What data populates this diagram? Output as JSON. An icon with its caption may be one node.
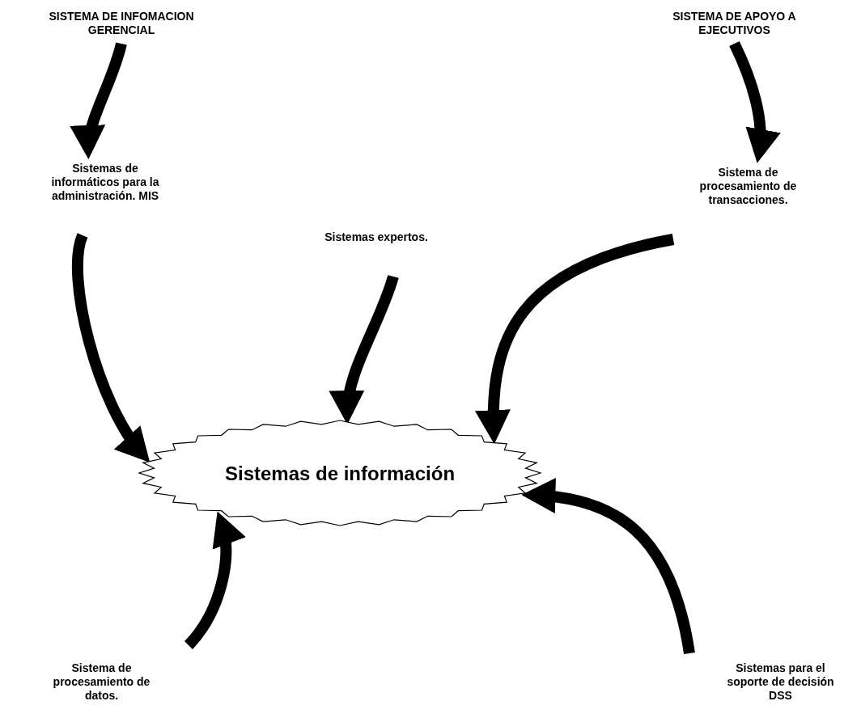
{
  "diagram": {
    "nodes": [
      {
        "text": [
          "SISTEMA DE INFOMACION GERENCIAL"
        ]
      },
      {
        "text": [
          "SISTEMA DE APOYO A EJECUTIVOS"
        ]
      },
      {
        "text": [
          "Sistemas de informáticos para la administración. MIS"
        ]
      },
      {
        "text": [
          "Sistemas expertos."
        ]
      },
      {
        "text": [
          "Sistema de procesamiento de transacciones."
        ]
      },
      {
        "text": [
          "Sistemas de información"
        ]
      },
      {
        "text": [
          "Sistema de procesamiento de datos."
        ]
      },
      {
        "text": [
          "Sistemas para el soporte de decisión DSS"
        ]
      }
    ],
    "edges": [
      {
        "from": 0,
        "to": 2,
        "arrow": "to"
      },
      {
        "from": 1,
        "to": 4,
        "arrow": "to"
      },
      {
        "from": 2,
        "to": 5,
        "arrow": "to"
      },
      {
        "from": 3,
        "to": 5,
        "arrow": "to"
      },
      {
        "from": 4,
        "to": 5,
        "arrow": "to"
      },
      {
        "from": 6,
        "to": 5,
        "arrow": "to"
      },
      {
        "from": 7,
        "to": 5,
        "arrow": "to"
      }
    ]
  }
}
